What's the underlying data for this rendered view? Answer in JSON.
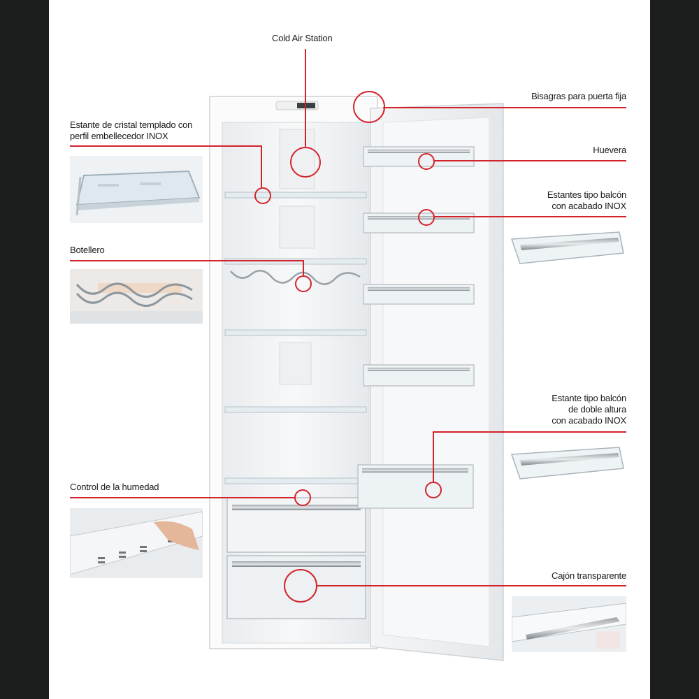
{
  "labels": {
    "cold_air_station": "Cold Air Station",
    "hinges": "Bisagras para puerta fija",
    "glass_shelf_line1": "Estante de cristal templado con",
    "glass_shelf_line2": "perfil embellecedor INOX",
    "egg_tray": "Huevera",
    "balcony_line1": "Estantes tipo balcón",
    "balcony_line2": "con acabado INOX",
    "bottle_rack": "Botellero",
    "double_balcony_line1": "Estante tipo balcón",
    "double_balcony_line2": "de doble altura",
    "double_balcony_line3": "con acabado INOX",
    "humidity_control": "Control de la humedad",
    "transparent_drawer": "Cajón transparente"
  },
  "colors": {
    "accent": "#d3232a",
    "background_frame": "#1c1e1e",
    "panel": "#ffffff"
  }
}
